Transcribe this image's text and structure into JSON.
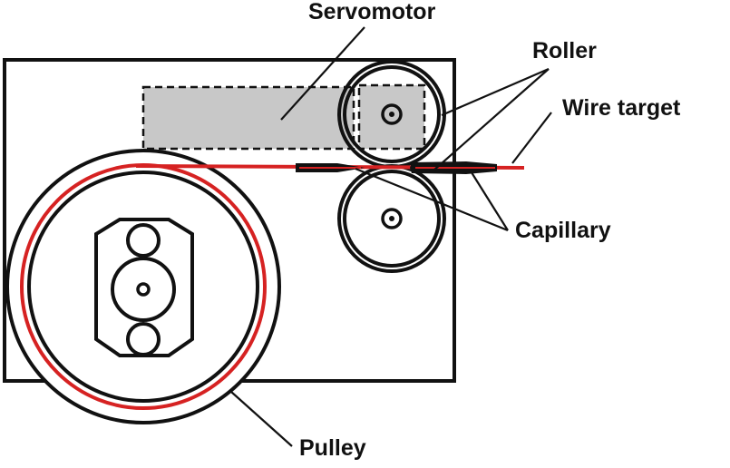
{
  "labels": {
    "servomotor": "Servomotor",
    "roller": "Roller",
    "wire_target": "Wire target",
    "capillary": "Capillary",
    "pulley": "Pulley"
  },
  "colors": {
    "line": "#111111",
    "wire": "#d62222",
    "motor_fill": "#c8c8c8",
    "background": "#ffffff"
  }
}
